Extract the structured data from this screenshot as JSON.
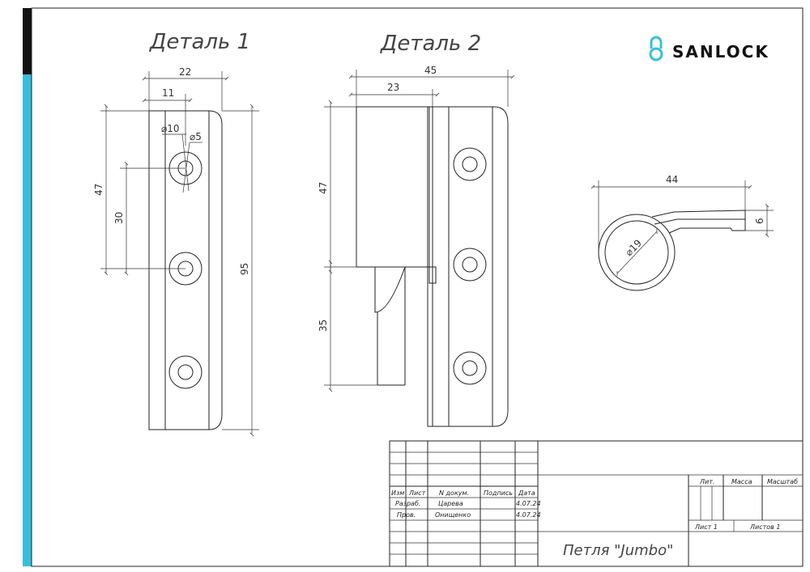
{
  "brand": {
    "name": "SANLOCK",
    "icon": "lock-pin-icon",
    "accent": "#36bfdc",
    "left_strip_top": "#111111"
  },
  "drawing": {
    "part1_title": "Деталь 1",
    "part2_title": "Деталь 2",
    "dims": {
      "p1_width": "22",
      "p1_half": "11",
      "p1_dia_big": "⌀10",
      "p1_dia_small": "⌀5",
      "p1_h47": "47",
      "p1_h30": "30",
      "p1_h95": "95",
      "p2_width": "45",
      "p2_sub": "23",
      "p2_h47": "47",
      "p2_h35": "35",
      "p3_len": "44",
      "p3_dia": "⌀19",
      "p3_h6": "6"
    }
  },
  "title_block": {
    "headers": {
      "izm": "Изм",
      "list": "Лист",
      "ndoc": "N докум.",
      "podpis": "Подпись",
      "data": "Дата"
    },
    "rows": [
      {
        "role": "Разраб.",
        "name": "Царева",
        "date": "4.07.24"
      },
      {
        "role": "Пров.",
        "name": "Онищенко",
        "date": "4.07.24"
      }
    ],
    "product_name": "Петля \"Jumbo\"",
    "lit": "Лит.",
    "massa": "Масса",
    "masshtab": "Масштаб",
    "sheet_label": "Лист 1",
    "sheets_label": "Листов 1"
  }
}
